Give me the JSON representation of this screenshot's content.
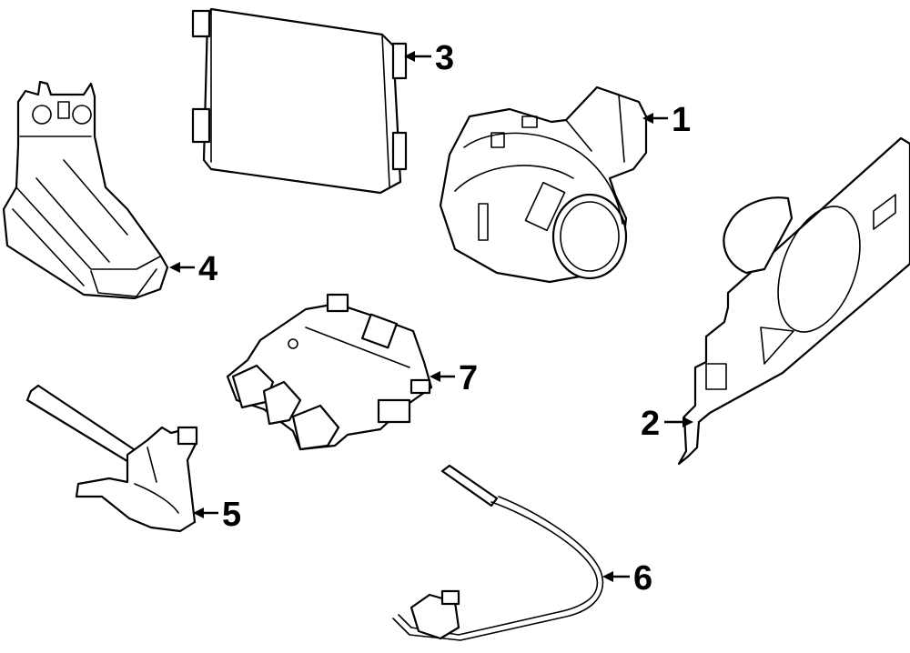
{
  "diagram": {
    "background_color": "#ffffff",
    "line_color": "#000000",
    "callouts": [
      {
        "id": "1",
        "label": "1"
      },
      {
        "id": "2",
        "label": "2"
      },
      {
        "id": "3",
        "label": "3"
      },
      {
        "id": "4",
        "label": "4"
      },
      {
        "id": "5",
        "label": "5"
      },
      {
        "id": "6",
        "label": "6"
      },
      {
        "id": "7",
        "label": "7"
      }
    ]
  }
}
